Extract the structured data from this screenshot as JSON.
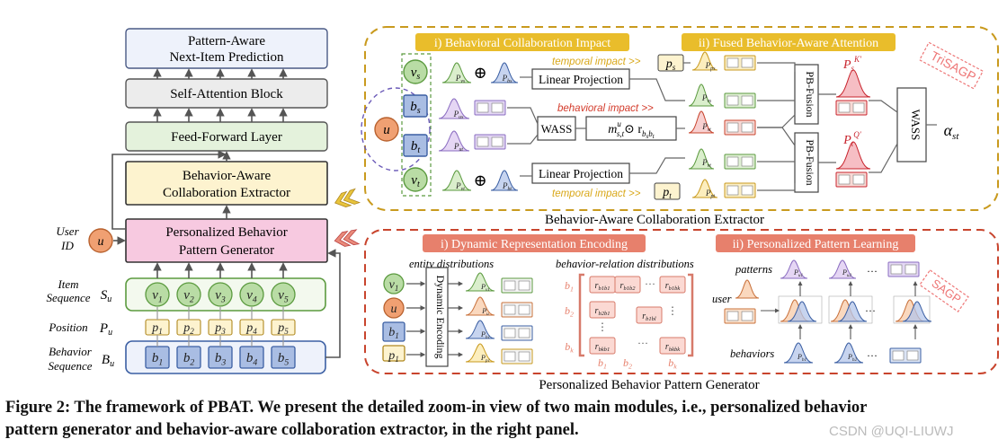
{
  "left": {
    "prediction": [
      "Pattern-Aware",
      "Next-Item Prediction"
    ],
    "self_attention": "Self-Attention Block",
    "ffn": "Feed-Forward Layer",
    "extractor": [
      "Behavior-Aware",
      "Collaboration Extractor"
    ],
    "generator": [
      "Personalized Behavior",
      "Pattern Generator"
    ],
    "user_label": [
      "User",
      "ID"
    ],
    "user_symbol": "u",
    "item_label": [
      "Item",
      "Sequence"
    ],
    "item_symbol": "S",
    "item_sub": "u",
    "position_label": "Position",
    "position_symbol": "P",
    "position_sub": "u",
    "behavior_label": [
      "Behavior",
      "Sequence"
    ],
    "behavior_symbol": "B",
    "behavior_sub": "u",
    "items": [
      "v",
      "v",
      "v",
      "v",
      "v"
    ],
    "positions": [
      "p",
      "p",
      "p",
      "p",
      "p"
    ],
    "behaviors": [
      "b",
      "b",
      "b",
      "b",
      "b"
    ],
    "subs": [
      "1",
      "2",
      "3",
      "4",
      "5"
    ]
  },
  "top_panel": {
    "section1": "i) Behavioral Collaboration Impact",
    "section2": "ii) Fused Behavior-Aware Attention",
    "temporal_impact": "temporal impact >>",
    "behavioral_impact": "behavioral impact >>",
    "linear_projection": "Linear Projection",
    "wass": "WASS",
    "pb_fusion": "PB-Fusion",
    "tri_sagp": "TriSAGP",
    "caption": "Behavior-Aware Collaboration Extractor",
    "formula": "m",
    "formula_sup": "u",
    "formula_sub": "s,t",
    "formula_rest": "⊙ r",
    "formula_rsub": "b",
    "formula_rsub2": "s",
    "formula_rsub3": "b",
    "formula_rsub4": "t",
    "alpha": "α",
    "alpha_sub": "st",
    "nodes": {
      "vs": "v",
      "bs": "b",
      "u": "u",
      "bt": "b",
      "vt": "v"
    },
    "ps": "p",
    "ps_sub": "s",
    "pt": "p",
    "pt_sub": "t",
    "oplus": "⊕",
    "P": "P",
    "PsK": "K′",
    "PtQ": "Q′"
  },
  "bottom_panel": {
    "section1": "i) Dynamic Representation Encoding",
    "section2": "ii) Personalized Pattern Learning",
    "entity_distributions": "entity distributions",
    "behavior_relation_distributions": "behavior-relation distributions",
    "dynamic_encoding": "Dynamic Encoding",
    "patterns": "patterns",
    "user": "user",
    "behaviors": "behaviors",
    "sagp": "SAGP",
    "caption": "Personalized Behavior Pattern Generator",
    "entities": [
      "v",
      "u",
      "b",
      "p"
    ],
    "entity_subs": [
      "1",
      "",
      "1",
      "1"
    ],
    "matrix_r": "r",
    "row_labels": [
      "b",
      "b",
      "b"
    ],
    "row_subs": [
      "1",
      "2",
      "k"
    ],
    "col_labels": [
      "b",
      "b",
      "b"
    ],
    "col_subs": [
      "1",
      "2",
      "k"
    ],
    "ellipsis": "···",
    "dots": "⋮"
  },
  "caption": {
    "line1": "Figure 2: The framework of PBAT. We present the detailed zoom-in view of two main modules, i.e., personalized behavior",
    "line2": "pattern generator and behavior-aware collaboration extractor, in the right panel."
  },
  "watermark": "CSDN @UQI-LIUWJ",
  "colors": {
    "gold": "#c99a1e",
    "gold_fill": "#fbf6e3",
    "red": "#c8442d",
    "red_fill": "#fbeeea",
    "green": "#5b9a3f",
    "green_fill": "#d7ecc9",
    "blue": "#3b5fa3",
    "blue_fill": "#a9bde3",
    "pink": "#f6c4db",
    "orange": "#e9935a",
    "purple": "#a38ad0"
  }
}
